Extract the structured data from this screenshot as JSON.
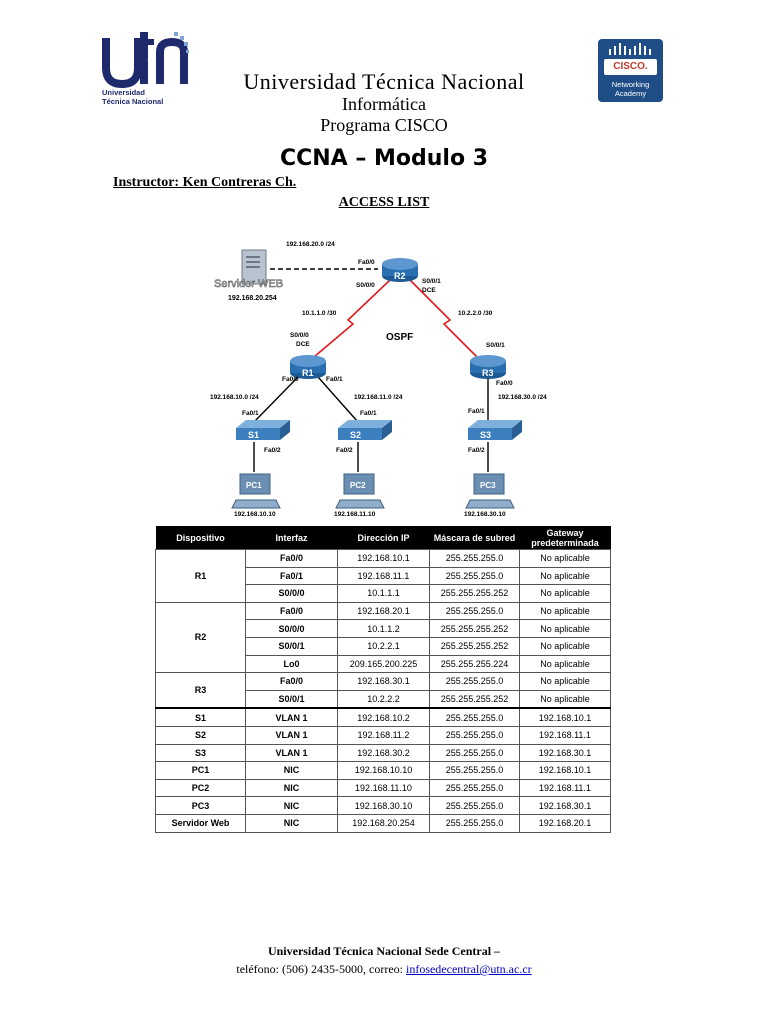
{
  "header": {
    "utn_logo_text": "UTN",
    "utn_logo_caption_1": "Universidad",
    "utn_logo_caption_2": "Técnica Nacional",
    "cisco_logo_word": "CISCO.",
    "cisco_logo_caption_1": "Networking",
    "cisco_logo_caption_2": "Academy",
    "title": "Universidad Técnica Nacional",
    "subtitle_1": "Informática",
    "subtitle_2": "Programa CISCO",
    "course": "CCNA – Modulo 3",
    "instructor": "Instructor: Ken Contreras Ch.",
    "section": "ACCESS LIST"
  },
  "diagram": {
    "labels": {
      "net_r2_web": "192.168.20.0 /24",
      "r2_fa00": "Fa0/0",
      "r2_s000": "S0/0/0",
      "r2_s001": "S0/0/1",
      "r2_dce": "DCE",
      "web_label": "Servidor WEB",
      "web_ip": "192.168.20.254",
      "link_r1_r2": "10.1.1.0 /30",
      "link_r2_r3": "10.2.2.0 /30",
      "ospf": "OSPF",
      "r1_s000": "S0/0/0",
      "r1_dce": "DCE",
      "r3_s001": "S0/0/1",
      "r1_fa00": "Fa0/0",
      "r1_fa01": "Fa0/1",
      "r3_fa00": "Fa0/0",
      "net_r1_s1": "192.168.10.0 /24",
      "net_r1_s2": "192.168.11.0 /24",
      "net_r3_s3": "192.168.30.0 /24",
      "s1_fa01": "Fa0/1",
      "s2_fa01": "Fa0/1",
      "s3_fa01": "Fa0/1",
      "s1_fa02": "Fa0/2",
      "s2_fa02": "Fa0/2",
      "s3_fa02": "Fa0/2",
      "pc1_ip": "192.168.10.10",
      "pc2_ip": "192.168.11.10",
      "pc3_ip": "192.168.30.10"
    },
    "devices": {
      "r1": "R1",
      "r2": "R2",
      "r3": "R3",
      "s1": "S1",
      "s2": "S2",
      "s3": "S3",
      "pc1": "PC1",
      "pc2": "PC2",
      "pc3": "PC3"
    },
    "colors": {
      "serial_link": "#e3191c",
      "ethernet_link": "#000000",
      "router": "#2a6fb0",
      "switch": "#3b7fbf",
      "pc": "#6a8fb3"
    }
  },
  "table": {
    "headers": [
      "Dispositivo",
      "Interfaz",
      "Dirección IP",
      "Máscara de subred",
      "Gateway predeterminada"
    ],
    "groups": [
      {
        "device": "R1",
        "rows": [
          [
            "Fa0/0",
            "192.168.10.1",
            "255.255.255.0",
            "No aplicable"
          ],
          [
            "Fa0/1",
            "192.168.11.1",
            "255.255.255.0",
            "No aplicable"
          ],
          [
            "S0/0/0",
            "10.1.1.1",
            "255.255.255.252",
            "No aplicable"
          ]
        ]
      },
      {
        "device": "R2",
        "rows": [
          [
            "Fa0/0",
            "192.168.20.1",
            "255.255.255.0",
            "No aplicable"
          ],
          [
            "S0/0/0",
            "10.1.1.2",
            "255.255.255.252",
            "No aplicable"
          ],
          [
            "S0/0/1",
            "10.2.2.1",
            "255.255.255.252",
            "No aplicable"
          ],
          [
            "Lo0",
            "209.165.200.225",
            "255.255.255.224",
            "No aplicable"
          ]
        ]
      },
      {
        "device": "R3",
        "rows": [
          [
            "Fa0/0",
            "192.168.30.1",
            "255.255.255.0",
            "No aplicable"
          ],
          [
            "S0/0/1",
            "10.2.2.2",
            "255.255.255.252",
            "No aplicable"
          ]
        ]
      }
    ],
    "hosts": [
      [
        "S1",
        "VLAN 1",
        "192.168.10.2",
        "255.255.255.0",
        "192.168.10.1"
      ],
      [
        "S2",
        "VLAN 1",
        "192.168.11.2",
        "255.255.255.0",
        "192.168.11.1"
      ],
      [
        "S3",
        "VLAN 1",
        "192.168.30.2",
        "255.255.255.0",
        "192.168.30.1"
      ],
      [
        "PC1",
        "NIC",
        "192.168.10.10",
        "255.255.255.0",
        "192.168.10.1"
      ],
      [
        "PC2",
        "NIC",
        "192.168.11.10",
        "255.255.255.0",
        "192.168.11.1"
      ],
      [
        "PC3",
        "NIC",
        "192.168.30.10",
        "255.255.255.0",
        "192.168.30.1"
      ],
      [
        "Servidor Web",
        "NIC",
        "192.168.20.254",
        "255.255.255.0",
        "192.168.20.1"
      ]
    ]
  },
  "footer": {
    "line1": "Universidad Técnica Nacional Sede Central –",
    "line2_prefix": "teléfono: (506) 2435-5000, correo: ",
    "email": "infosedecentral@utn.ac.cr"
  }
}
